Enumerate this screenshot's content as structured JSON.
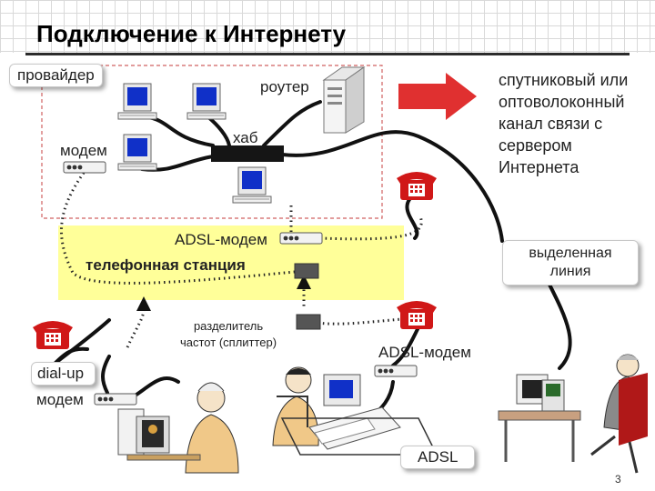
{
  "title": "Подключение к Интернету",
  "labels": {
    "provider": "провайдер",
    "router": "роутер",
    "hub": "хаб",
    "modem": "модем",
    "satellite": [
      "спутниковый или",
      "оптоволоконный",
      "канал связи с",
      "сервером",
      "Интернета"
    ],
    "adsl_modem_top": "ADSL-модем",
    "phone_station": "телефонная станция",
    "dedicated_line": [
      "выделенная",
      "линия"
    ],
    "splitter": [
      "разделитель",
      "частот (сплиттер)"
    ],
    "adsl_modem_bottom": "ADSL-модем",
    "dialup": "dial-up",
    "dialup_modem": "модем",
    "adsl": "ADSL",
    "page_number": "3"
  },
  "icons": {
    "computer": "computer-icon",
    "server": "server-tower-icon",
    "phone": "telephone-icon",
    "modem": "modem-icon",
    "arrow": "right-arrow-icon"
  },
  "colors": {
    "phone_red": "#d01818",
    "station_yellow": "#ffff99",
    "arrow_red": "#e03030",
    "provider_border": "#d06060",
    "monitor_blue": "#1030c8"
  }
}
